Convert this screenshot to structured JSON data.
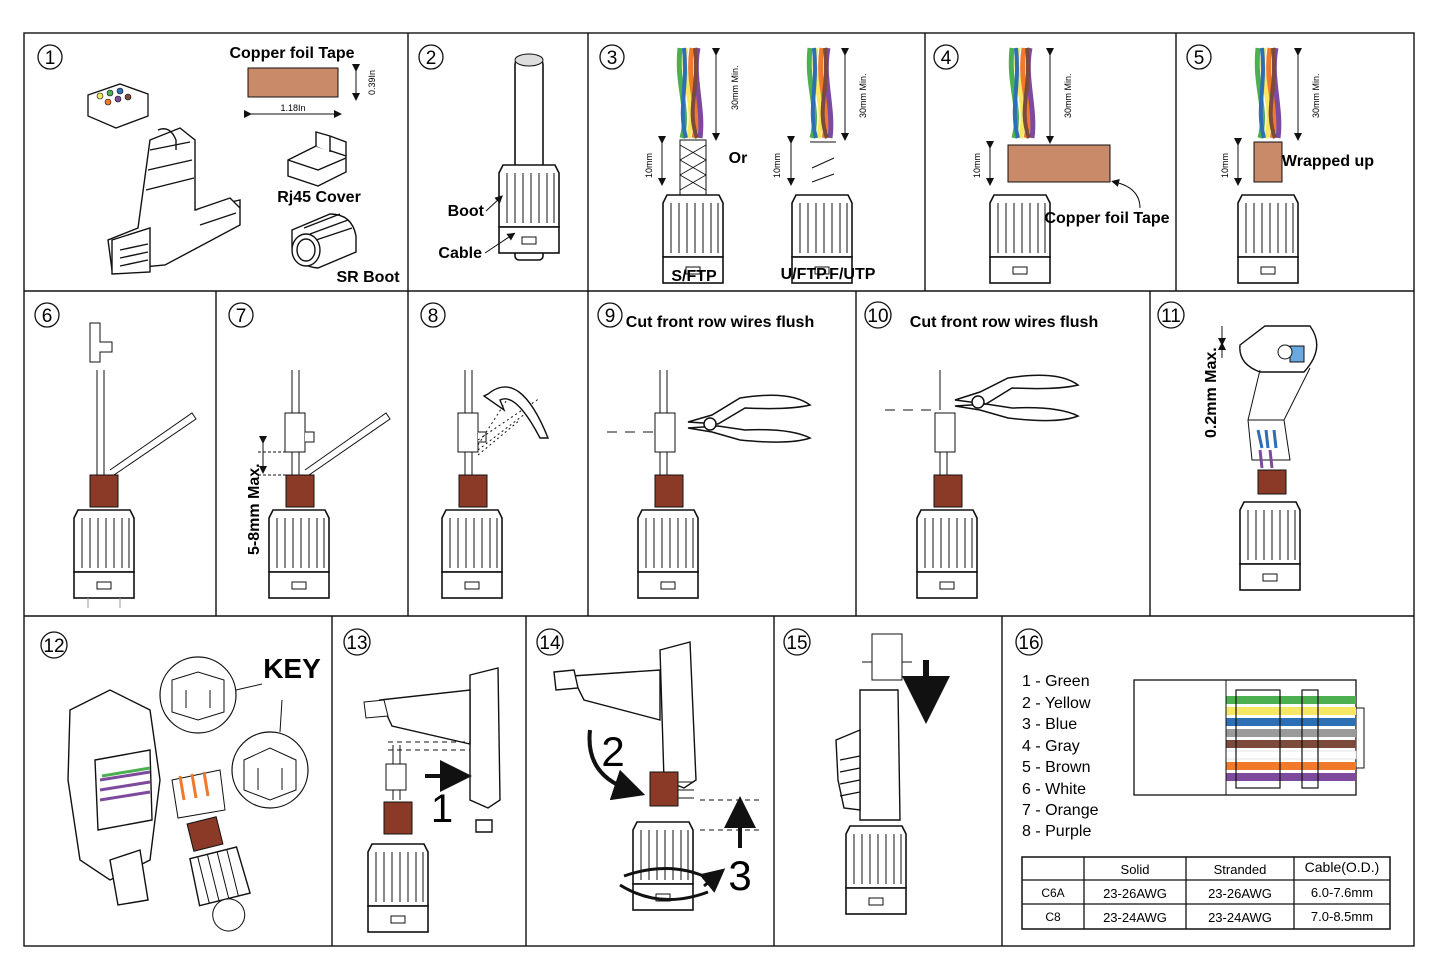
{
  "colors": {
    "tape": "#b5715a",
    "tapeDark": "#8c3a28",
    "green": "#4caf50",
    "yellow": "#f5e663",
    "blue": "#2c6fb5",
    "gray": "#9a9a9a",
    "brown": "#7b4a3a",
    "white": "#ffffff",
    "orange": "#f07a2a",
    "purple": "#7d4a9e"
  },
  "steps": [
    {
      "num": "1",
      "title": "Copper foil Tape",
      "tape_width": "1.18In",
      "tape_height": "0.39In",
      "cover_label": "Rj45 Cover",
      "boot_label": "SR Boot"
    },
    {
      "num": "2",
      "boot_label": "Boot",
      "cable_label": "Cable"
    },
    {
      "num": "3",
      "dim_30": "30mm Min.",
      "dim_10": "10mm",
      "or_label": "Or",
      "left_label": "S/FTP",
      "right_label": "U/FTP.F/UTP"
    },
    {
      "num": "4",
      "dim_30": "30mm Min.",
      "dim_10": "10mm",
      "tape_label": "Copper foil Tape"
    },
    {
      "num": "5",
      "dim_30": "30mm Min.",
      "dim_10": "10mm",
      "wrapped_label": "Wrapped up"
    },
    {
      "num": "6"
    },
    {
      "num": "7",
      "max_label": "5-8mm Max."
    },
    {
      "num": "8"
    },
    {
      "num": "9",
      "title": "Cut front row wires flush"
    },
    {
      "num": "10",
      "title": "Cut front row wires flush"
    },
    {
      "num": "11",
      "max_label": "0.2mm Max."
    },
    {
      "num": "12",
      "key_label": "KEY"
    },
    {
      "num": "13",
      "arrow_label": "1"
    },
    {
      "num": "14",
      "label_2": "2",
      "label_3": "3"
    },
    {
      "num": "15"
    },
    {
      "num": "16"
    }
  ],
  "wire_legend": [
    "1 - Green",
    "2 - Yellow",
    "3 - Blue",
    "4 - Gray",
    "5 - Brown",
    "6 - White",
    "7 - Orange",
    "8 - Purple"
  ],
  "spec_table": {
    "headers": [
      "",
      "Solid",
      "Stranded",
      "Cable(O.D.)"
    ],
    "rows": [
      [
        "C6A",
        "23-26AWG",
        "23-26AWG",
        "6.0-7.6mm"
      ],
      [
        "C8",
        "23-24AWG",
        "23-24AWG",
        "7.0-8.5mm"
      ]
    ]
  }
}
